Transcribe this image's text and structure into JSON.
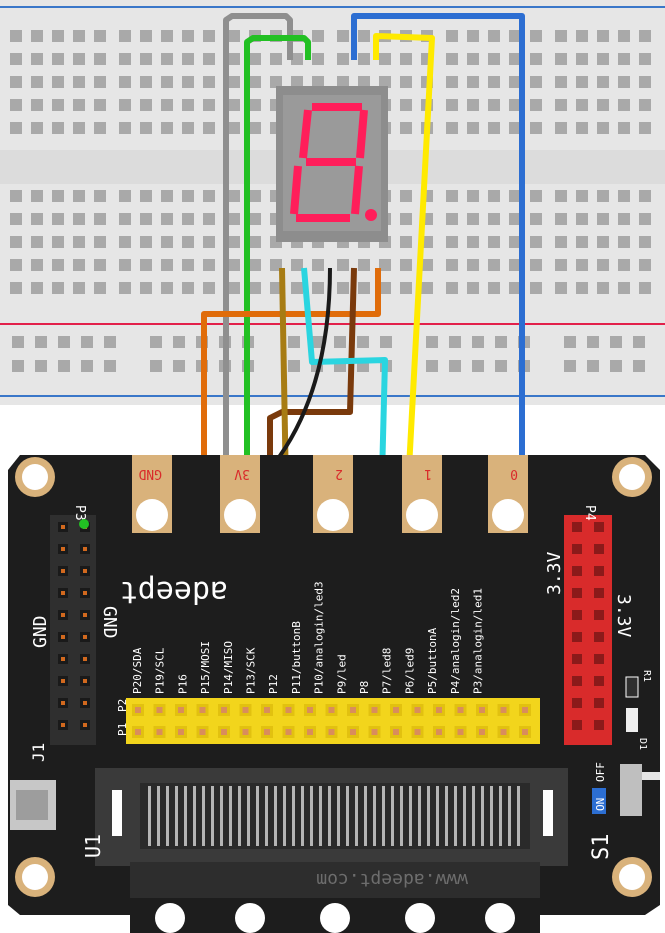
{
  "colors": {
    "breadboard": "#e6e6e6",
    "rail_red": "#e2204a",
    "rail_blue": "#3a77c9",
    "board": "#1d1d1d",
    "board_tab": "#d9b27b",
    "pin_yellow": "#f2d51c",
    "header_red": "#d92b2b",
    "header_dark": "#2f2f2f",
    "segment_red": "#ff1e5a",
    "display_grey": "#8d8d8d",
    "silk": "#ffffff"
  },
  "wires": {
    "grey": "#8f8f8f",
    "green": "#22c023",
    "blue": "#2c6ed2",
    "yellow": "#ffea00",
    "orange": "#e06c0a",
    "brown": "#7a3a0c",
    "olive": "#a77c14",
    "black": "#1a1a1a",
    "cyan": "#2ad5e0"
  },
  "board": {
    "logo": "adeept",
    "website": "www.adeept.com",
    "header_p3": "P3",
    "header_p4": "P4",
    "gnd_label_1": "GND",
    "gnd_label_2": "GND",
    "v33_label_1": "3.3V",
    "v33_label_2": "3.3V",
    "j1": "J1",
    "u1": "U1",
    "s1": "S1",
    "r1": "R1",
    "d1": "D1",
    "on": "ON",
    "off": "OFF",
    "p1": "P1",
    "p2": "P2",
    "tabs": [
      "GND",
      "3V",
      "2",
      "1",
      "0"
    ],
    "pin_labels": [
      "P20/SDA",
      "P19/SCL",
      "P16",
      "P15/MOSI",
      "P14/MISO",
      "P13/SCK",
      "P12",
      "P11/buttonB",
      "P10/analogin/led3",
      "P9/led",
      "P8",
      "P7/led8",
      "P6/led9",
      "P5/buttonA",
      "P4/analogin/led2",
      "P3/analogin/led1"
    ]
  }
}
